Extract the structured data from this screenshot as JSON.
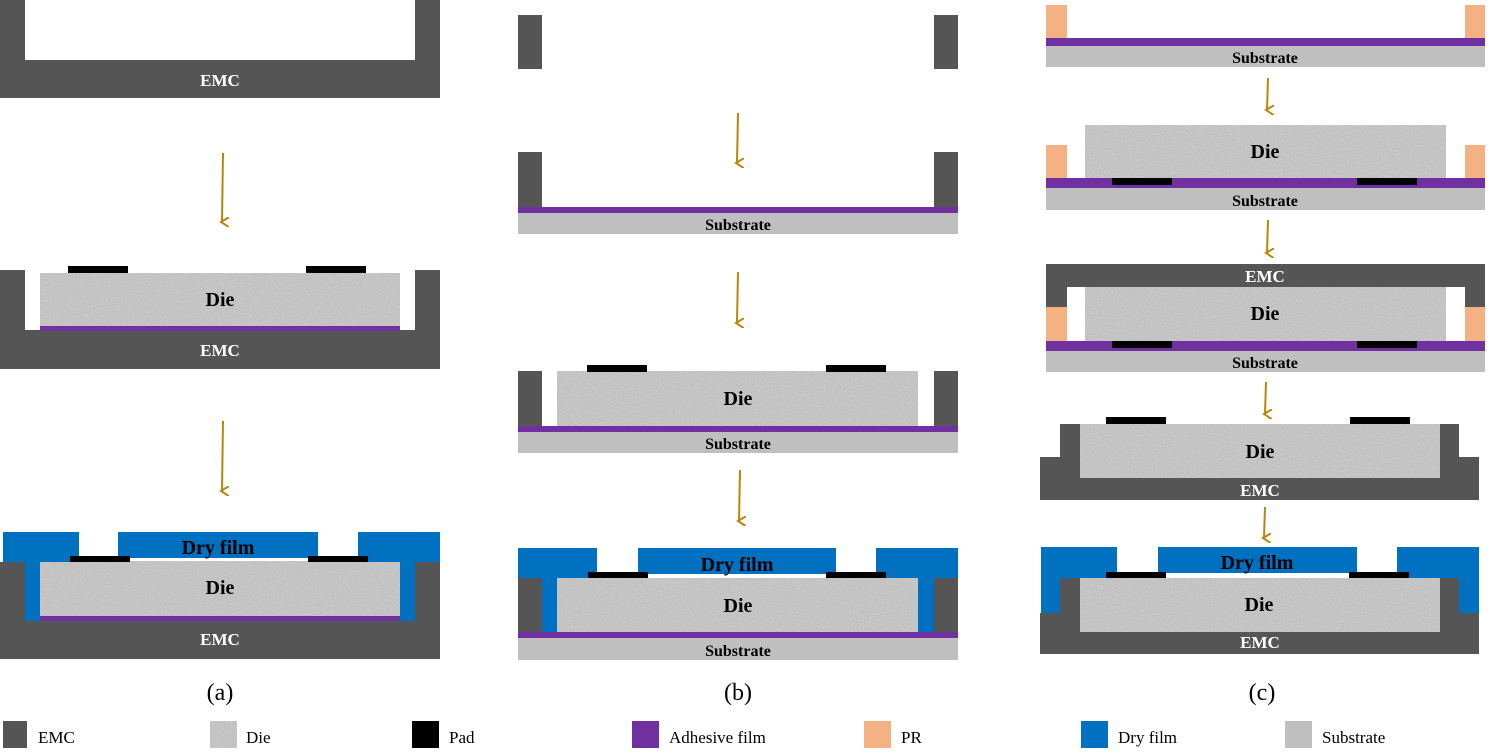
{
  "colors": {
    "emc": "#555555",
    "die_base": "#c8c8c8",
    "pad": "#000000",
    "adhesive": "#7030a0",
    "pr": "#f4b183",
    "dry_film": "#0070c0",
    "substrate": "#bfbfbf",
    "arrow": "#b8860b"
  },
  "labels": {
    "emc": "EMC",
    "die": "Die",
    "substrate": "Substrate",
    "dry_film": "Dry film"
  },
  "captions": {
    "a": "(a)",
    "b": "(b)",
    "c": "(c)"
  },
  "legend": [
    {
      "key": "emc",
      "label": "EMC"
    },
    {
      "key": "die",
      "label": "Die"
    },
    {
      "key": "pad",
      "label": "Pad"
    },
    {
      "key": "adhesive",
      "label": "Adhesive film"
    },
    {
      "key": "pr",
      "label": "PR"
    },
    {
      "key": "dry_film",
      "label": "Dry film"
    },
    {
      "key": "substrate",
      "label": "Substrate"
    }
  ]
}
